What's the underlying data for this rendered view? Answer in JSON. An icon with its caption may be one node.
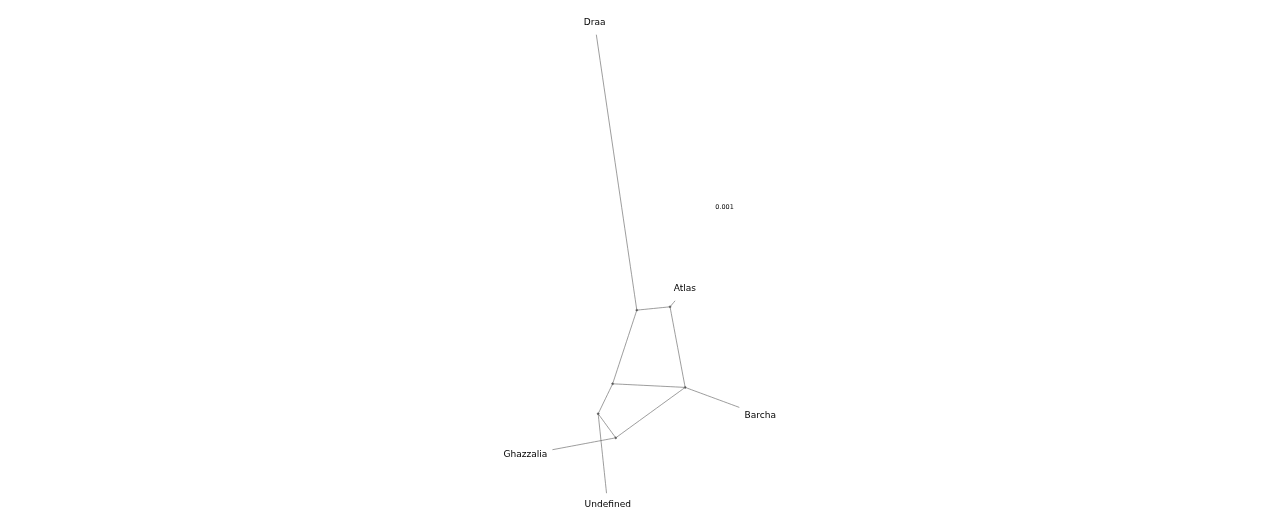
{
  "diagram": {
    "nodes": [
      {
        "text": [
          "Atlas"
        ]
      },
      {
        "text": [],
        "shape": "point"
      },
      {
        "text": [
          "Barcha"
        ]
      },
      {
        "text": [],
        "shape": "point"
      },
      {
        "text": [],
        "shape": "point"
      },
      {
        "text": [],
        "shape": "point"
      },
      {
        "text": [
          "Ghazzalia"
        ]
      },
      {
        "text": [],
        "shape": "point"
      },
      {
        "text": [],
        "shape": "point"
      },
      {
        "text": [
          "Draa"
        ]
      },
      {
        "text": [
          "Undefined"
        ]
      }
    ],
    "edges": [
      {
        "from": 0,
        "to": 1,
        "arrow": "none"
      },
      {
        "from": 1,
        "to": 3,
        "arrow": "none"
      },
      {
        "from": 1,
        "to": 4,
        "arrow": "none"
      },
      {
        "from": 3,
        "to": 9,
        "arrow": "none"
      },
      {
        "from": 3,
        "to": 5,
        "arrow": "none"
      },
      {
        "from": 4,
        "to": 2,
        "arrow": "none"
      },
      {
        "from": 4,
        "to": 5,
        "arrow": "none"
      },
      {
        "from": 4,
        "to": 7,
        "arrow": "none"
      },
      {
        "from": 5,
        "to": 8,
        "arrow": "none"
      },
      {
        "from": 7,
        "to": 6,
        "arrow": "none"
      },
      {
        "from": 7,
        "to": 8,
        "arrow": "none"
      },
      {
        "from": 8,
        "to": 10,
        "arrow": "none"
      }
    ],
    "labels": [
      "0.001"
    ]
  }
}
